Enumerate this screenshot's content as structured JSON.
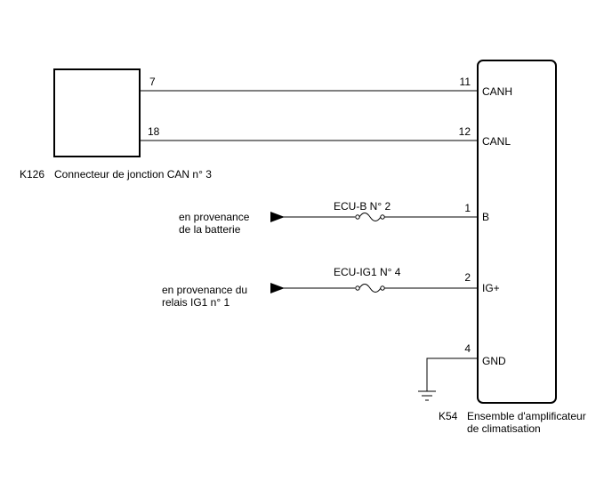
{
  "connector_k126": {
    "code": "K126",
    "name": "Connecteur de jonction CAN n° 3",
    "pins": {
      "canh": "7",
      "canl": "18"
    }
  },
  "amplifier_k54": {
    "code": "K54",
    "name_line1": "Ensemble d'amplificateur",
    "name_line2": "de climatisation",
    "pins": [
      {
        "number": "11",
        "label": "CANH"
      },
      {
        "number": "12",
        "label": "CANL"
      },
      {
        "number": "1",
        "label": "B"
      },
      {
        "number": "2",
        "label": "IG+"
      },
      {
        "number": "4",
        "label": "GND"
      }
    ]
  },
  "fuses": [
    {
      "label": "ECU-B N° 2"
    },
    {
      "label": "ECU-IG1 N° 4"
    }
  ],
  "sources": [
    {
      "line1": "en provenance",
      "line2": "de la batterie"
    },
    {
      "line1": "en provenance du",
      "line2": "relais IG1 n° 1"
    }
  ]
}
